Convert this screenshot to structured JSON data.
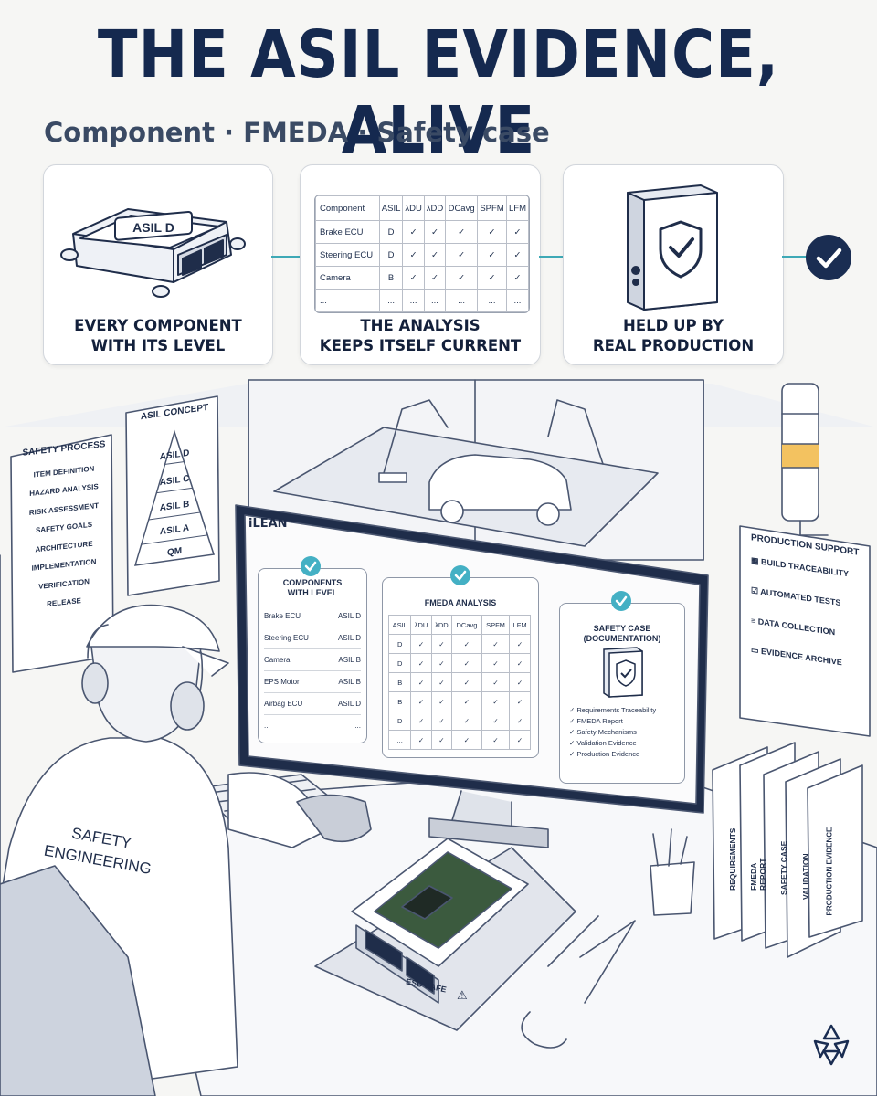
{
  "header": {
    "title": "THE ASIL EVIDENCE, ALIVE",
    "subtitle": "Component · FMEDA · Safety case"
  },
  "cards": [
    {
      "caption_lines": [
        "EVERY COMPONENT",
        "WITH ITS LEVEL"
      ],
      "module_label": "ASIL D"
    },
    {
      "caption_lines": [
        "THE ANALYSIS",
        "KEEPS ITSELF CURRENT"
      ],
      "table": {
        "headers": [
          "Component",
          "ASIL",
          "λDU",
          "λDD",
          "DCavg",
          "SPFM",
          "LFM"
        ],
        "rows": [
          [
            "Brake ECU",
            "D",
            "✓",
            "✓",
            "✓",
            "✓",
            "✓"
          ],
          [
            "Steering ECU",
            "D",
            "✓",
            "✓",
            "✓",
            "✓",
            "✓"
          ],
          [
            "Camera",
            "B",
            "✓",
            "✓",
            "✓",
            "✓",
            "✓"
          ],
          [
            "...",
            "...",
            "...",
            "...",
            "...",
            "...",
            "..."
          ]
        ]
      }
    },
    {
      "caption_lines": [
        "HELD UP BY",
        "REAL PRODUCTION"
      ]
    }
  ],
  "safety_process": {
    "title": "SAFETY PROCESS",
    "steps": [
      "ITEM DEFINITION",
      "HAZARD ANALYSIS",
      "RISK ASSESSMENT",
      "SAFETY GOALS",
      "ARCHITECTURE",
      "IMPLEMENTATION",
      "VERIFICATION",
      "RELEASE"
    ]
  },
  "asil_concept": {
    "title": "ASIL CONCEPT",
    "levels": [
      "ASIL D",
      "ASIL C",
      "ASIL B",
      "ASIL A",
      "QM"
    ]
  },
  "monitor": {
    "app_name": "iLEAN",
    "components_panel": {
      "title_lines": [
        "COMPONENTS",
        "WITH LEVEL"
      ],
      "rows": [
        {
          "name": "Brake ECU",
          "level": "ASIL D"
        },
        {
          "name": "Steering ECU",
          "level": "ASIL D"
        },
        {
          "name": "Camera",
          "level": "ASIL B"
        },
        {
          "name": "EPS Motor",
          "level": "ASIL B"
        },
        {
          "name": "Airbag ECU",
          "level": "ASIL D"
        },
        {
          "name": "...",
          "level": "..."
        }
      ]
    },
    "fmeda_panel": {
      "title": "FMEDA ANALYSIS",
      "headers": [
        "ASIL",
        "λDU",
        "λDD",
        "DCavg",
        "SPFM",
        "LFM"
      ],
      "rows": [
        [
          "D",
          "✓",
          "✓",
          "✓",
          "✓",
          "✓"
        ],
        [
          "D",
          "✓",
          "✓",
          "✓",
          "✓",
          "✓"
        ],
        [
          "B",
          "✓",
          "✓",
          "✓",
          "✓",
          "✓"
        ],
        [
          "B",
          "✓",
          "✓",
          "✓",
          "✓",
          "✓"
        ],
        [
          "D",
          "✓",
          "✓",
          "✓",
          "✓",
          "✓"
        ],
        [
          "...",
          "✓",
          "✓",
          "✓",
          "✓",
          "✓"
        ]
      ]
    },
    "safety_case_panel": {
      "title_lines": [
        "SAFETY CASE",
        "(DOCUMENTATION)"
      ],
      "items": [
        "Requirements Traceability",
        "FMEDA Report",
        "Safety Mechanisms",
        "Validation Evidence",
        "Production Evidence"
      ]
    }
  },
  "production_support": {
    "title": "PRODUCTION SUPPORT",
    "items": [
      "BUILD TRACEABILITY",
      "AUTOMATED TESTS",
      "DATA COLLECTION",
      "EVIDENCE ARCHIVE"
    ]
  },
  "binders": [
    "REQUIREMENTS",
    "FMEDA REPORT",
    "SAFETY CASE",
    "VALIDATION",
    "PRODUCTION EVIDENCE"
  ],
  "engineer_shirt_lines": [
    "SAFETY",
    "ENGINEERING"
  ],
  "esd_mat_label": "ESD SAFE",
  "colors": {
    "navy": "#15294f",
    "accent_teal": "#3ea9b6",
    "check_teal": "#44b0c4",
    "line_art": "#4a5670"
  }
}
